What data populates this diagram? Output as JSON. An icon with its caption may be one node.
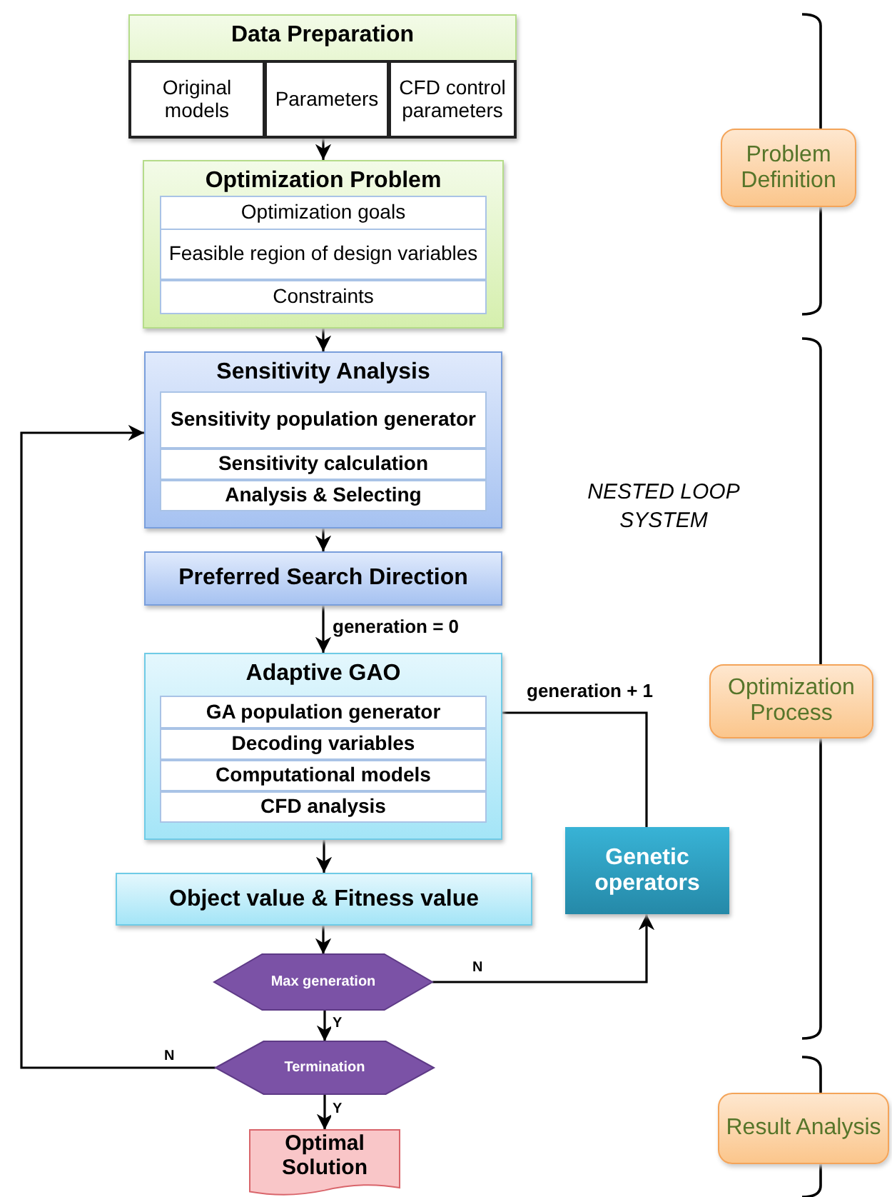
{
  "diagram": {
    "nodes": [
      {
        "text": [
          "Data Preparation"
        ]
      },
      {
        "text": [
          "Original models"
        ],
        "in": 0
      },
      {
        "text": [
          "Parameters"
        ],
        "in": 0
      },
      {
        "text": [
          "CFD control parameters"
        ],
        "in": 0
      },
      {
        "text": [
          "Optimization Problem"
        ]
      },
      {
        "text": [
          "Optimization goals"
        ],
        "in": 4
      },
      {
        "text": [
          "Feasible region of design variables"
        ],
        "in": 4
      },
      {
        "text": [
          "Constraints"
        ],
        "in": 4
      },
      {
        "text": [
          "Sensitivity Analysis"
        ]
      },
      {
        "text": [
          "Sensitivity population generator"
        ],
        "in": 8
      },
      {
        "text": [
          "Sensitivity calculation"
        ],
        "in": 8
      },
      {
        "text": [
          "Analysis & Selecting"
        ],
        "in": 8
      },
      {
        "text": [
          "Preferred Search Direction"
        ]
      },
      {
        "text": [
          "Adaptive GAO"
        ]
      },
      {
        "text": [
          "GA population generator"
        ],
        "in": 13
      },
      {
        "text": [
          "Decoding variables"
        ],
        "in": 13
      },
      {
        "text": [
          "Computational models"
        ],
        "in": 13
      },
      {
        "text": [
          "CFD analysis"
        ],
        "in": 13
      },
      {
        "text": [
          "Object value & Fitness value"
        ]
      },
      {
        "text": [
          "Max generation"
        ]
      },
      {
        "text": [
          "Termination"
        ]
      },
      {
        "text": [
          "Optimal Solution"
        ]
      },
      {
        "text": [
          "Genetic operators"
        ]
      },
      {
        "text": [
          "Problem Definition"
        ]
      },
      {
        "text": [
          "Optimization Process"
        ]
      },
      {
        "text": [
          "Result Analysis"
        ]
      }
    ],
    "edges": [
      {
        "from": 0,
        "to": 4,
        "arrow": "to"
      },
      {
        "from": 4,
        "to": 8,
        "arrow": "to"
      },
      {
        "from": 8,
        "to": 12,
        "arrow": "to"
      },
      {
        "from": 12,
        "to": 13,
        "arrow": "to",
        "label": "generation = 0"
      },
      {
        "from": 13,
        "to": 18,
        "arrow": "to"
      },
      {
        "from": 18,
        "to": 19,
        "arrow": "to"
      },
      {
        "from": 19,
        "to": 22,
        "arrow": "to",
        "label": "N"
      },
      {
        "from": 22,
        "to": 13,
        "arrow": "none",
        "label": "generation + 1"
      },
      {
        "from": 19,
        "to": 20,
        "arrow": "to",
        "label": "Y"
      },
      {
        "from": 20,
        "to": 8,
        "arrow": "to",
        "label": "N"
      },
      {
        "from": 20,
        "to": 21,
        "arrow": "to",
        "label": "Y"
      }
    ],
    "labels": [
      "NESTED LOOP SYSTEM"
    ]
  }
}
